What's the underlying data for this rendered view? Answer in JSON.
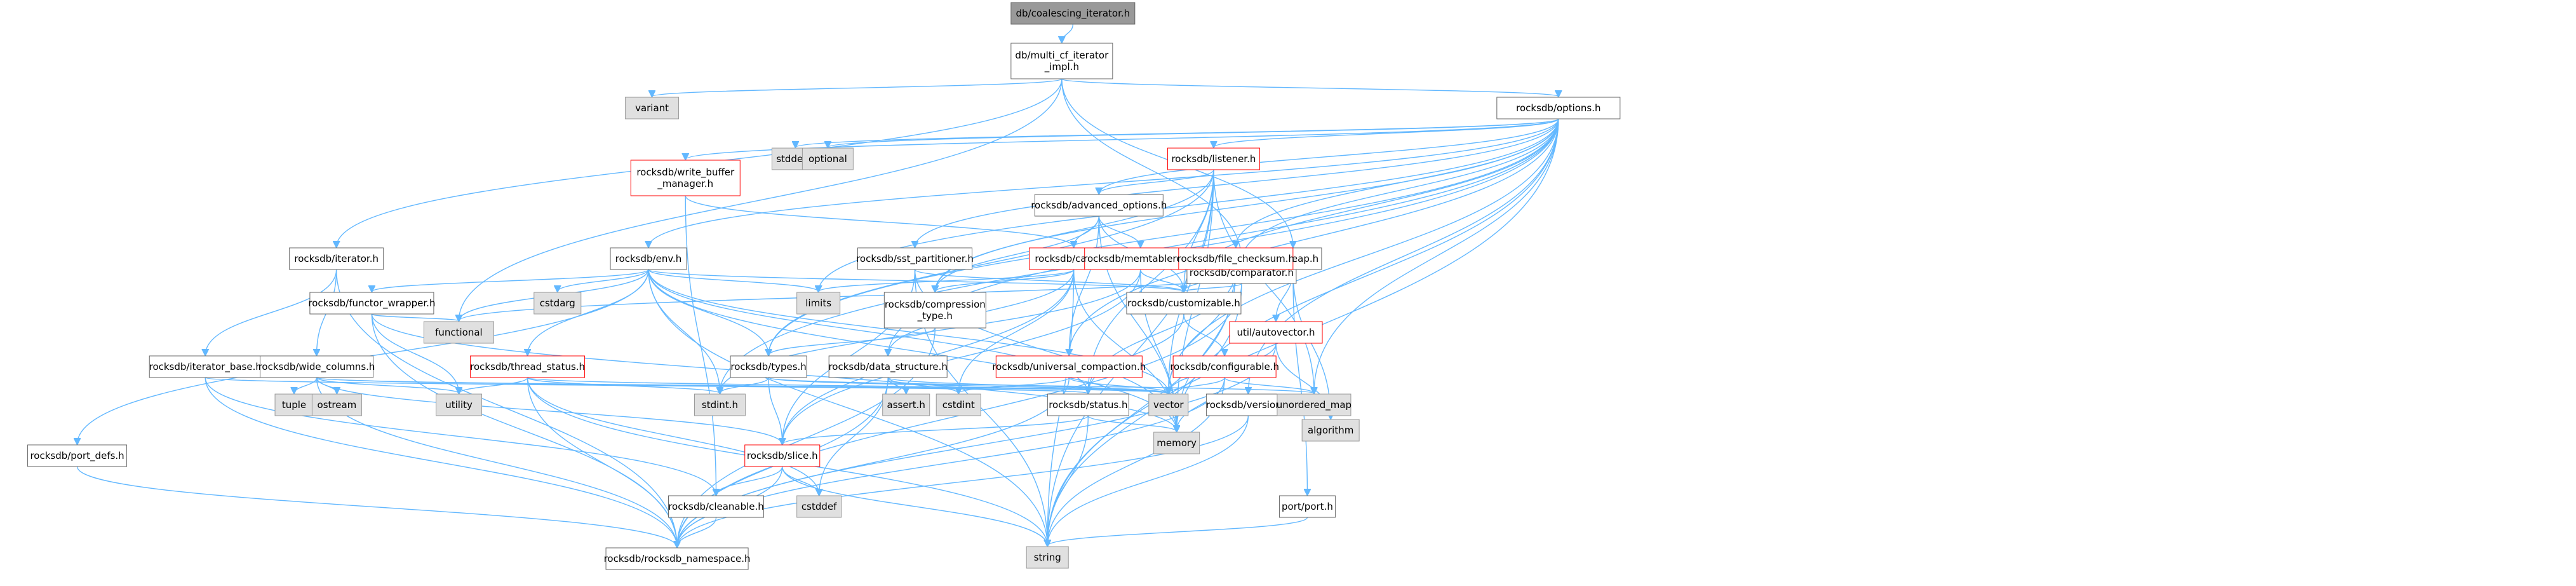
{
  "diagram": {
    "title": "db/coalescing_iterator.h",
    "colors": {
      "edge": "#63b8ff",
      "red_border": "#ff0000",
      "gray_fill": "#e0e0e0",
      "focus_fill": "#999999"
    },
    "nodes": [
      {
        "id": "coalescing",
        "lines": [
          "db/coalescing_iterator.h"
        ],
        "style": "focus"
      },
      {
        "id": "multi_cf",
        "lines": [
          "db/multi_cf_iterator",
          "_impl.h"
        ],
        "style": "default"
      },
      {
        "id": "variant",
        "lines": [
          "variant"
        ],
        "style": "gray"
      },
      {
        "id": "options",
        "lines": [
          "rocksdb/options.h"
        ],
        "style": "default"
      },
      {
        "id": "iterator",
        "lines": [
          "rocksdb/iterator.h"
        ],
        "style": "default"
      },
      {
        "id": "functional",
        "lines": [
          "functional"
        ],
        "style": "gray"
      },
      {
        "id": "comparator",
        "lines": [
          "rocksdb/comparator.h"
        ],
        "style": "default"
      },
      {
        "id": "heap",
        "lines": [
          "util/heap.h"
        ],
        "style": "default"
      },
      {
        "id": "stddef_h",
        "lines": [
          "stddef.h"
        ],
        "style": "gray"
      },
      {
        "id": "optional",
        "lines": [
          "optional"
        ],
        "style": "gray"
      },
      {
        "id": "listener",
        "lines": [
          "rocksdb/listener.h"
        ],
        "style": "red"
      },
      {
        "id": "wbm",
        "lines": [
          "rocksdb/write_buffer",
          "_manager.h"
        ],
        "style": "red"
      },
      {
        "id": "advanced",
        "lines": [
          "rocksdb/advanced_options.h"
        ],
        "style": "default"
      },
      {
        "id": "env",
        "lines": [
          "rocksdb/env.h"
        ],
        "style": "default"
      },
      {
        "id": "cache",
        "lines": [
          "rocksdb/cache.h"
        ],
        "style": "red"
      },
      {
        "id": "sst",
        "lines": [
          "rocksdb/sst_partitioner.h"
        ],
        "style": "default"
      },
      {
        "id": "memtablerep",
        "lines": [
          "rocksdb/memtablerep.h"
        ],
        "style": "red"
      },
      {
        "id": "file_checksum",
        "lines": [
          "rocksdb/file_checksum.h"
        ],
        "style": "red"
      },
      {
        "id": "limits",
        "lines": [
          "limits"
        ],
        "style": "gray"
      },
      {
        "id": "cstdarg",
        "lines": [
          "cstdarg"
        ],
        "style": "gray"
      },
      {
        "id": "compression",
        "lines": [
          "rocksdb/compression",
          "_type.h"
        ],
        "style": "default"
      },
      {
        "id": "customizable",
        "lines": [
          "rocksdb/customizable.h"
        ],
        "style": "default"
      },
      {
        "id": "functor",
        "lines": [
          "rocksdb/functor_wrapper.h"
        ],
        "style": "default"
      },
      {
        "id": "types",
        "lines": [
          "rocksdb/types.h"
        ],
        "style": "default"
      },
      {
        "id": "thread_status",
        "lines": [
          "rocksdb/thread_status.h"
        ],
        "style": "red"
      },
      {
        "id": "data_structure",
        "lines": [
          "rocksdb/data_structure.h"
        ],
        "style": "default"
      },
      {
        "id": "universal",
        "lines": [
          "rocksdb/universal_compaction.h"
        ],
        "style": "red"
      },
      {
        "id": "configurable",
        "lines": [
          "rocksdb/configurable.h"
        ],
        "style": "red"
      },
      {
        "id": "version",
        "lines": [
          "rocksdb/version.h"
        ],
        "style": "default"
      },
      {
        "id": "autovector",
        "lines": [
          "util/autovector.h"
        ],
        "style": "red"
      },
      {
        "id": "iterator_base",
        "lines": [
          "rocksdb/iterator_base.h"
        ],
        "style": "default"
      },
      {
        "id": "wide_columns",
        "lines": [
          "rocksdb/wide_columns.h"
        ],
        "style": "default"
      },
      {
        "id": "tuple",
        "lines": [
          "tuple"
        ],
        "style": "gray"
      },
      {
        "id": "ostream",
        "lines": [
          "ostream"
        ],
        "style": "gray"
      },
      {
        "id": "utility",
        "lines": [
          "utility"
        ],
        "style": "gray"
      },
      {
        "id": "stdint",
        "lines": [
          "stdint.h"
        ],
        "style": "gray"
      },
      {
        "id": "assert",
        "lines": [
          "assert.h"
        ],
        "style": "gray"
      },
      {
        "id": "cstdint",
        "lines": [
          "cstdint"
        ],
        "style": "gray"
      },
      {
        "id": "status",
        "lines": [
          "rocksdb/status.h"
        ],
        "style": "default"
      },
      {
        "id": "vector",
        "lines": [
          "vector"
        ],
        "style": "gray"
      },
      {
        "id": "unordered_map",
        "lines": [
          "unordered_map"
        ],
        "style": "gray"
      },
      {
        "id": "algorithm",
        "lines": [
          "algorithm"
        ],
        "style": "gray"
      },
      {
        "id": "memory",
        "lines": [
          "memory"
        ],
        "style": "gray"
      },
      {
        "id": "port_defs",
        "lines": [
          "rocksdb/port_defs.h"
        ],
        "style": "default"
      },
      {
        "id": "slice",
        "lines": [
          "rocksdb/slice.h"
        ],
        "style": "red"
      },
      {
        "id": "port",
        "lines": [
          "port/port.h"
        ],
        "style": "default"
      },
      {
        "id": "cleanable",
        "lines": [
          "rocksdb/cleanable.h"
        ],
        "style": "default"
      },
      {
        "id": "cstddef",
        "lines": [
          "cstddef"
        ],
        "style": "gray"
      },
      {
        "id": "string",
        "lines": [
          "string"
        ],
        "style": "gray"
      },
      {
        "id": "namespace",
        "lines": [
          "rocksdb/rocksdb_namespace.h"
        ],
        "style": "default"
      }
    ],
    "edges": [
      [
        "coalescing",
        "multi_cf"
      ],
      [
        "multi_cf",
        "variant"
      ],
      [
        "multi_cf",
        "options"
      ],
      [
        "multi_cf",
        "iterator"
      ],
      [
        "multi_cf",
        "functional"
      ],
      [
        "multi_cf",
        "comparator"
      ],
      [
        "multi_cf",
        "heap"
      ],
      [
        "options",
        "stddef_h"
      ],
      [
        "options",
        "optional"
      ],
      [
        "options",
        "listener"
      ],
      [
        "options",
        "wbm"
      ],
      [
        "options",
        "advanced"
      ],
      [
        "options",
        "env"
      ],
      [
        "options",
        "sst"
      ],
      [
        "options",
        "file_checksum"
      ],
      [
        "options",
        "limits"
      ],
      [
        "options",
        "compression"
      ],
      [
        "options",
        "customizable"
      ],
      [
        "options",
        "types"
      ],
      [
        "options",
        "data_structure"
      ],
      [
        "options",
        "universal"
      ],
      [
        "options",
        "version"
      ],
      [
        "options",
        "comparator"
      ],
      [
        "options",
        "vector"
      ],
      [
        "options",
        "unordered_map"
      ],
      [
        "options",
        "memory"
      ],
      [
        "options",
        "string"
      ],
      [
        "options",
        "stdint"
      ],
      [
        "listener",
        "advanced"
      ],
      [
        "listener",
        "customizable"
      ],
      [
        "listener",
        "status"
      ],
      [
        "listener",
        "types"
      ],
      [
        "listener",
        "compression"
      ],
      [
        "listener",
        "vector"
      ],
      [
        "listener",
        "unordered_map"
      ],
      [
        "listener",
        "memory"
      ],
      [
        "listener",
        "string"
      ],
      [
        "wbm",
        "cache"
      ],
      [
        "wbm",
        "cleanable"
      ],
      [
        "advanced",
        "cache"
      ],
      [
        "advanced",
        "memtablerep"
      ],
      [
        "advanced",
        "compression"
      ],
      [
        "advanced",
        "customizable"
      ],
      [
        "advanced",
        "universal"
      ],
      [
        "advanced",
        "memory"
      ],
      [
        "cache",
        "limits"
      ],
      [
        "cache",
        "compression"
      ],
      [
        "cache",
        "data_structure"
      ],
      [
        "cache",
        "cstdint"
      ],
      [
        "cache",
        "memory"
      ],
      [
        "cache",
        "string"
      ],
      [
        "cache",
        "slice"
      ],
      [
        "sst",
        "customizable"
      ],
      [
        "sst",
        "slice"
      ],
      [
        "sst",
        "memory"
      ],
      [
        "sst",
        "string"
      ],
      [
        "memtablerep",
        "customizable"
      ],
      [
        "memtablerep",
        "slice"
      ],
      [
        "memtablerep",
        "stdint"
      ],
      [
        "memtablerep",
        "memory"
      ],
      [
        "file_checksum",
        "customizable"
      ],
      [
        "file_checksum",
        "status"
      ],
      [
        "file_checksum",
        "vector"
      ],
      [
        "file_checksum",
        "memory"
      ],
      [
        "file_checksum",
        "string"
      ],
      [
        "env",
        "functor"
      ],
      [
        "env",
        "thread_status"
      ],
      [
        "env",
        "types"
      ],
      [
        "env",
        "customizable"
      ],
      [
        "env",
        "port_defs"
      ],
      [
        "env",
        "status"
      ],
      [
        "env",
        "limits"
      ],
      [
        "env",
        "cstdarg"
      ],
      [
        "env",
        "functional"
      ],
      [
        "env",
        "stdint"
      ],
      [
        "env",
        "vector"
      ],
      [
        "env",
        "memory"
      ],
      [
        "env",
        "string"
      ],
      [
        "functor",
        "functional"
      ],
      [
        "functor",
        "utility"
      ],
      [
        "functor",
        "memory"
      ],
      [
        "functor",
        "namespace"
      ],
      [
        "thread_status",
        "utility"
      ],
      [
        "thread_status",
        "cstddef"
      ],
      [
        "thread_status",
        "stdint"
      ],
      [
        "thread_status",
        "string"
      ],
      [
        "thread_status",
        "vector"
      ],
      [
        "thread_status",
        "namespace"
      ],
      [
        "types",
        "slice"
      ],
      [
        "types",
        "stdint"
      ],
      [
        "types",
        "unordered_map"
      ],
      [
        "types",
        "vector"
      ],
      [
        "compression",
        "types"
      ],
      [
        "compression",
        "namespace"
      ],
      [
        "customizable",
        "configurable"
      ],
      [
        "customizable",
        "status"
      ],
      [
        "configurable",
        "vector"
      ],
      [
        "configurable",
        "string"
      ],
      [
        "configurable",
        "unordered_map"
      ],
      [
        "configurable",
        "memory"
      ],
      [
        "configurable",
        "namespace"
      ],
      [
        "data_structure",
        "assert"
      ],
      [
        "data_structure",
        "cstdint"
      ],
      [
        "data_structure",
        "cstddef"
      ],
      [
        "data_structure",
        "vector"
      ],
      [
        "data_structure",
        "namespace"
      ],
      [
        "universal",
        "cstdint"
      ],
      [
        "universal",
        "vector"
      ],
      [
        "universal",
        "namespace"
      ],
      [
        "version",
        "unordered_map"
      ],
      [
        "version",
        "string"
      ],
      [
        "version",
        "namespace"
      ],
      [
        "comparator",
        "customizable"
      ],
      [
        "comparator",
        "string"
      ],
      [
        "comparator",
        "namespace"
      ],
      [
        "heap",
        "functional"
      ],
      [
        "heap",
        "autovector"
      ],
      [
        "heap",
        "algorithm"
      ],
      [
        "heap",
        "port"
      ],
      [
        "autovector",
        "algorithm"
      ],
      [
        "autovector",
        "vector"
      ],
      [
        "autovector",
        "namespace"
      ],
      [
        "iterator",
        "iterator_base"
      ],
      [
        "iterator",
        "wide_columns"
      ],
      [
        "iterator",
        "namespace"
      ],
      [
        "iterator_base",
        "status"
      ],
      [
        "iterator_base",
        "cleanable"
      ],
      [
        "iterator_base",
        "namespace"
      ],
      [
        "wide_columns",
        "tuple"
      ],
      [
        "wide_columns",
        "ostream"
      ],
      [
        "wide_columns",
        "utility"
      ],
      [
        "wide_columns",
        "vector"
      ],
      [
        "wide_columns",
        "status"
      ],
      [
        "wide_columns",
        "slice"
      ],
      [
        "wide_columns",
        "namespace"
      ],
      [
        "status",
        "memory"
      ],
      [
        "status",
        "string"
      ],
      [
        "status",
        "slice"
      ],
      [
        "slice",
        "cleanable"
      ],
      [
        "slice",
        "cstddef"
      ],
      [
        "slice",
        "string"
      ],
      [
        "slice",
        "namespace"
      ],
      [
        "port",
        "string"
      ],
      [
        "port_defs",
        "namespace"
      ],
      [
        "cleanable",
        "namespace"
      ]
    ]
  }
}
